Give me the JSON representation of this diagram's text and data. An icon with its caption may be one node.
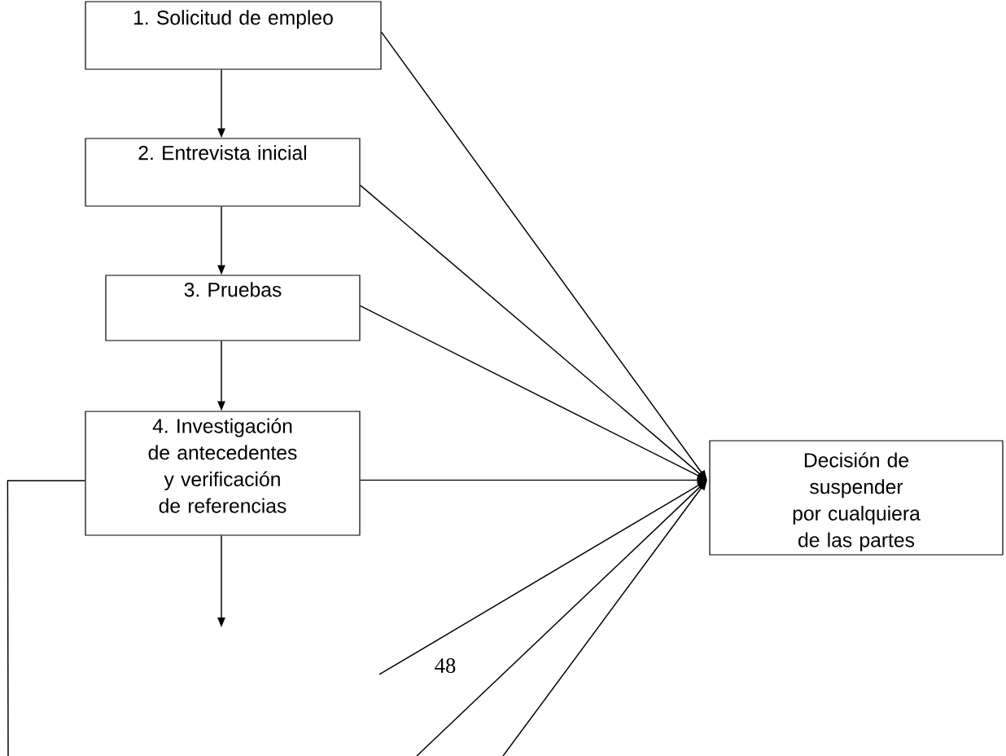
{
  "diagram": {
    "nodes": [
      {
        "text": [
          "1. Solicitud de empleo"
        ]
      },
      {
        "text": [
          "2. Entrevista inicial"
        ]
      },
      {
        "text": [
          "3. Pruebas"
        ]
      },
      {
        "text": [
          "4. Investigación de antecedentes y verificación de referencias"
        ]
      },
      {
        "text": [
          "Decisión de suspender por cualquiera de las partes"
        ]
      }
    ],
    "edges": [
      {
        "from": 0,
        "to": 1,
        "arrow": "to"
      },
      {
        "from": 1,
        "to": 2,
        "arrow": "to"
      },
      {
        "from": 2,
        "to": 3,
        "arrow": "to"
      },
      {
        "from": 0,
        "to": 4,
        "arrow": "to"
      },
      {
        "from": 1,
        "to": 4,
        "arrow": "to"
      },
      {
        "from": 2,
        "to": 4,
        "arrow": "to"
      },
      {
        "from": 3,
        "to": 4,
        "arrow": "to"
      },
      {
        "from": null,
        "to": 4,
        "arrow": "to"
      },
      {
        "from": null,
        "to": 4,
        "arrow": "to"
      },
      {
        "from": null,
        "to": 4,
        "arrow": "to"
      },
      {
        "from": 3,
        "to": null,
        "arrow": "to"
      },
      {
        "from": 3,
        "to": null,
        "arrow": "none"
      }
    ],
    "labels": [
      "48"
    ]
  }
}
